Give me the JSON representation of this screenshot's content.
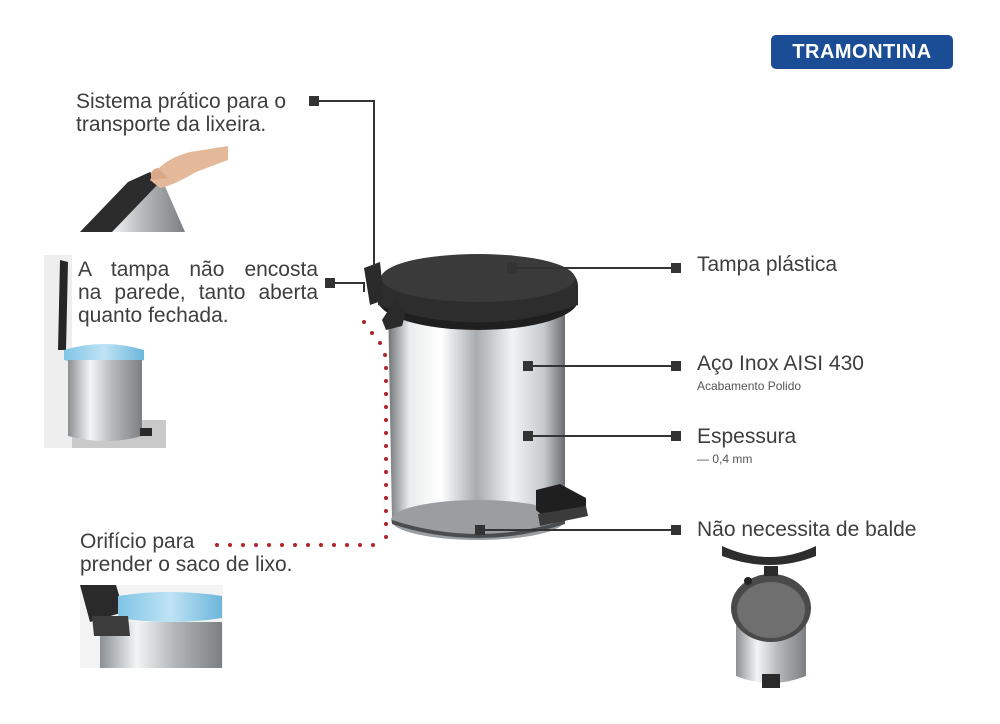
{
  "brand": {
    "name": "TRAMONTINA",
    "color": "#1a4d95"
  },
  "callouts": {
    "transport": {
      "line1": "Sistema prático para o",
      "line2": "transporte da lixeira."
    },
    "lid_wall": {
      "line1": "A tampa não encosta",
      "line2": "na parede, tanto aberta",
      "line3": "quanto fechada."
    },
    "bag_hole": {
      "line1": "Orifício para",
      "line2": "prender o saco de lixo."
    },
    "lid": {
      "title": "Tampa plástica"
    },
    "steel": {
      "title": "Aço Inox AISI 430",
      "subtitle": "Acabamento Polido"
    },
    "thickness": {
      "title": "Espessura",
      "subtitle": "— 0,4 mm"
    },
    "bucket": {
      "title": "Não necessita de balde"
    }
  },
  "colors": {
    "leader": "#333333",
    "dotted": "#b0232a",
    "lid": "#2b2b2b",
    "steel": "#cfd2d4"
  }
}
